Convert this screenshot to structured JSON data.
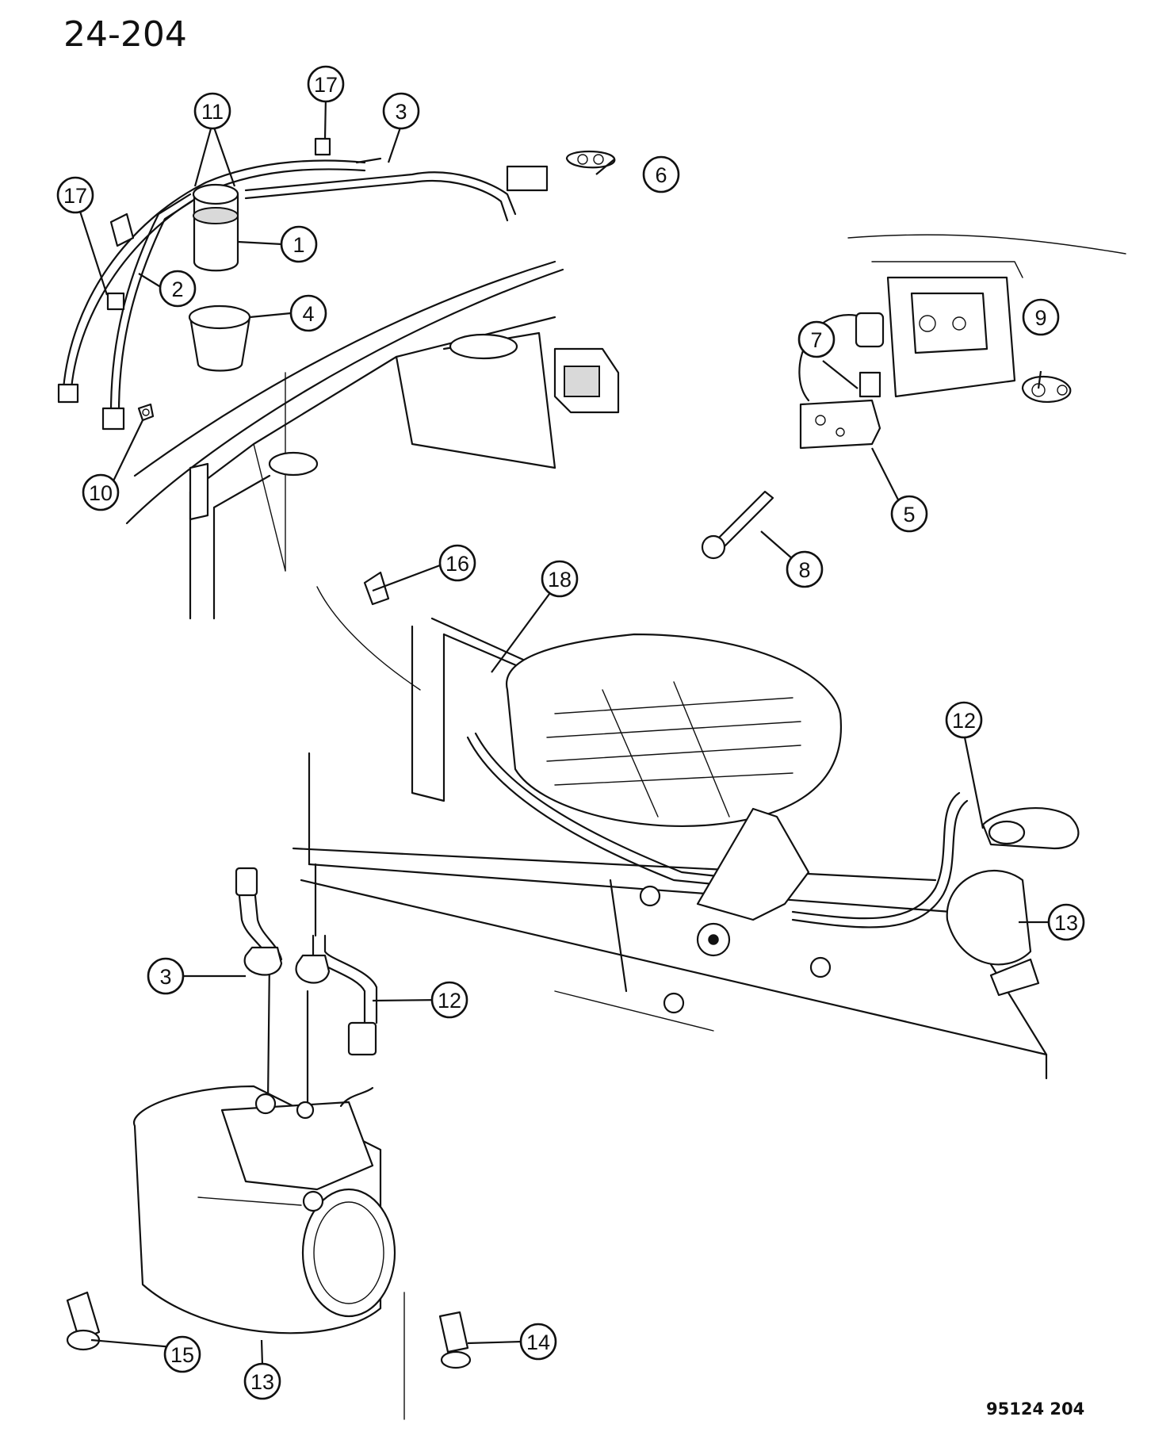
{
  "page_title": "24-204",
  "drawing_code": "95124 204",
  "callouts": [
    {
      "label": "17"
    },
    {
      "label": "3"
    },
    {
      "label": "11"
    },
    {
      "label": "6"
    },
    {
      "label": "17"
    },
    {
      "label": "1"
    },
    {
      "label": "2"
    },
    {
      "label": "4"
    },
    {
      "label": "10"
    },
    {
      "label": "9"
    },
    {
      "label": "7"
    },
    {
      "label": "5"
    },
    {
      "label": "8"
    },
    {
      "label": "16"
    },
    {
      "label": "18"
    },
    {
      "label": "12"
    },
    {
      "label": "13"
    },
    {
      "label": "3"
    },
    {
      "label": "12"
    },
    {
      "label": "15"
    },
    {
      "label": "13"
    },
    {
      "label": "14"
    }
  ]
}
